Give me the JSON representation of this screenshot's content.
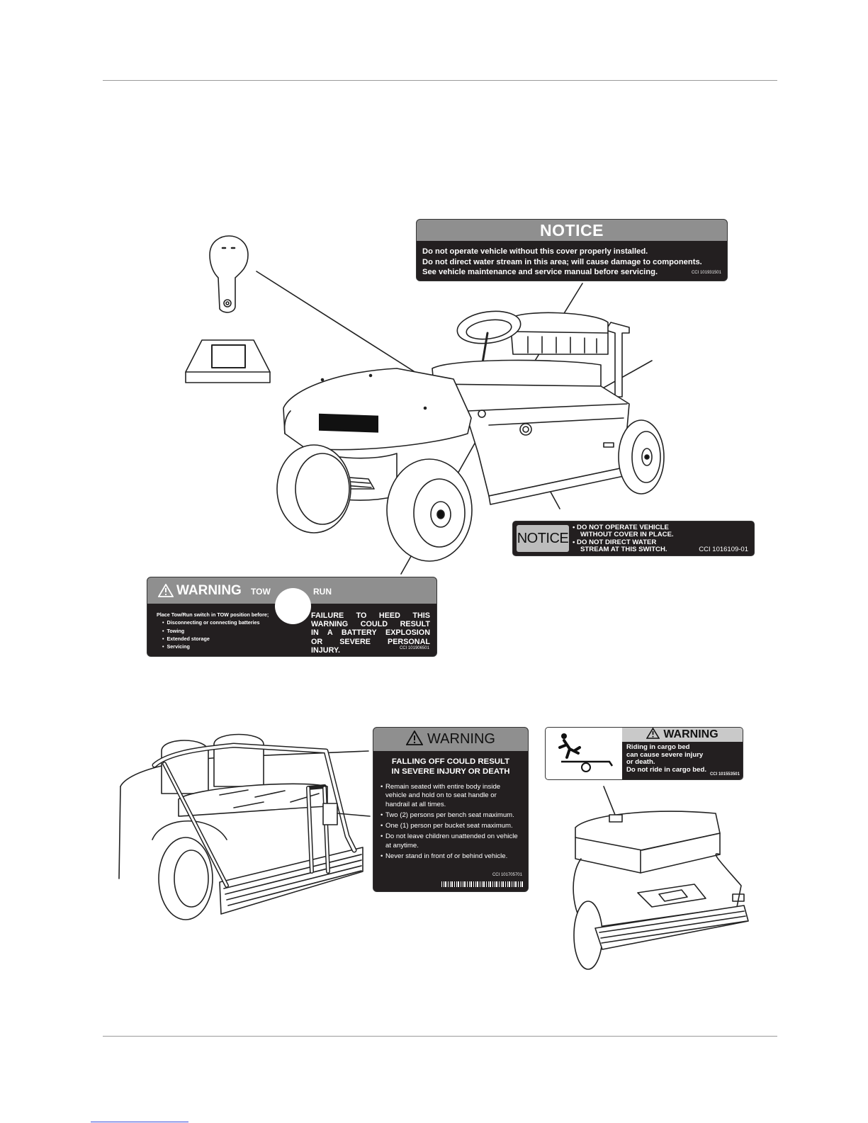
{
  "notice_cover": {
    "header": "NOTICE",
    "lines": [
      "Do not operate vehicle without this cover properly installed.",
      "Do not direct water stream in this area; will cause damage to components.",
      "See vehicle maintenance and service manual before servicing."
    ],
    "code": "CCI 101931501"
  },
  "notice_switch": {
    "header": "NOTICE",
    "line1": "• DO NOT OPERATE VEHICLE",
    "line2": "WITHOUT COVER IN PLACE.",
    "line3": "• DO NOT DIRECT WATER",
    "line4": "STREAM AT THIS SWITCH.",
    "code": "CCI 1016109-01"
  },
  "warning_tow": {
    "header": "WARNING",
    "tow_label": "TOW",
    "run_label": "RUN",
    "intro": "Place Tow/Run switch in TOW position before;",
    "items": [
      "Disconnecting or connecting batteries",
      "Towing",
      "Extended storage",
      "Servicing"
    ],
    "consequence_lines": [
      "FAILURE TO HEED THIS",
      "WARNING COULD RESULT",
      "IN A BATTERY EXPLOSION",
      "OR SEVERE PERSONAL",
      "INJURY."
    ],
    "code": "CCI 101906501"
  },
  "warning_seat": {
    "header": "WARNING",
    "title_line1": "FALLING OFF COULD RESULT",
    "title_line2": "IN SEVERE INJURY OR DEATH",
    "items": [
      "Remain seated with entire body inside vehicle and hold on to seat handle or handrail at all times.",
      "Two (2) persons per bench seat maximum.",
      "One (1) person per bucket seat maximum.",
      "Do not leave children unattended on vehicle at anytime.",
      "Never stand in front of or behind vehicle."
    ],
    "code": "CCI 101705701"
  },
  "warning_cargo": {
    "header": "WARNING",
    "lines": [
      "Riding in cargo bed",
      "can cause severe injury",
      "or death.",
      "Do not ride in cargo bed."
    ],
    "code": "CCI 101553501"
  },
  "icons": {
    "warning": "warning-triangle-icon",
    "cargo": "person-falling-from-cargo-bed-icon"
  }
}
